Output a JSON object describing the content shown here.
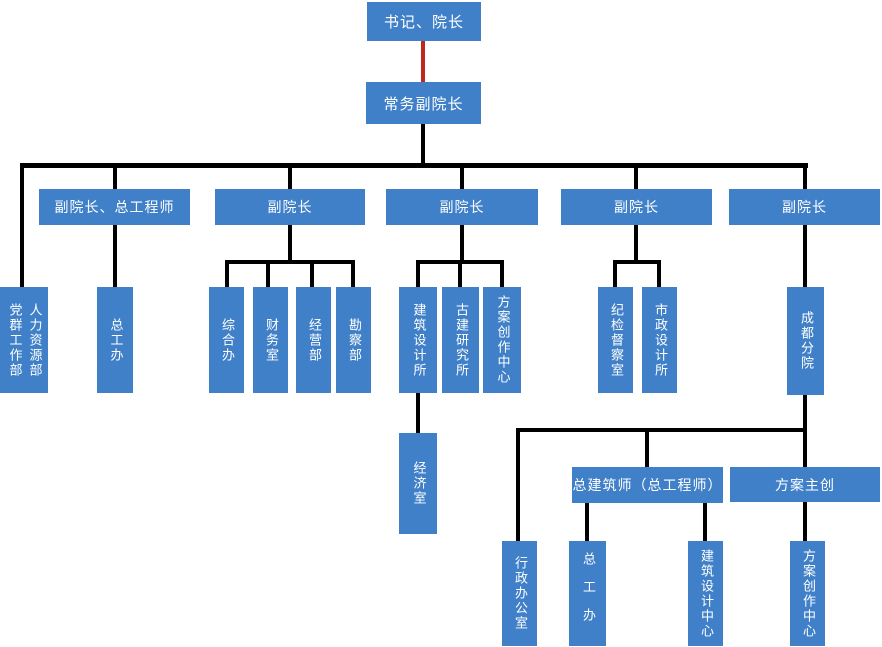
{
  "diagram_type": "org-chart",
  "colors": {
    "node_fill": "#4080c8",
    "node_text": "#ffffff",
    "connector_black": "#000000",
    "connector_red": "#c0281c",
    "background": "#ffffff"
  },
  "nodes": {
    "secretary_president": "书记、院长",
    "executive_vice_president": "常务副院长",
    "vp_chief_engineer": "副院长、总工程师",
    "vp1": "副院长",
    "vp2": "副院长",
    "vp3": "副院长",
    "vp4": "副院长",
    "party_mass_dept": "党群工作部",
    "hr_dept": "人力资源部",
    "chief_engineer_office": "总工办",
    "general_office": "综合办",
    "finance_office": "财务室",
    "business_dept": "经营部",
    "survey_dept": "勘察部",
    "architectural_design_institute": "建筑设计所",
    "ancient_architecture_institute": "古建研究所",
    "scheme_creation_center": "方案创作中心",
    "discipline_inspection_office": "纪检督察室",
    "municipal_design_institute": "市政设计所",
    "chengdu_branch": "成都分院",
    "economy_office": "经济室",
    "chief_architect": "总建筑师（总工程师）",
    "scheme_lead": "方案主创",
    "admin_office": "行政办公室",
    "chief_engineer_office_2": "总工办",
    "architectural_design_center": "建筑设计中心",
    "scheme_creation_center_2": "方案创作中心"
  },
  "edges": [
    [
      "secretary_president",
      "executive_vice_president"
    ],
    [
      "executive_vice_president",
      "party_mass_dept"
    ],
    [
      "executive_vice_president",
      "hr_dept"
    ],
    [
      "executive_vice_president",
      "vp_chief_engineer"
    ],
    [
      "executive_vice_president",
      "vp1"
    ],
    [
      "executive_vice_president",
      "vp2"
    ],
    [
      "executive_vice_president",
      "vp3"
    ],
    [
      "executive_vice_president",
      "vp4"
    ],
    [
      "vp_chief_engineer",
      "chief_engineer_office"
    ],
    [
      "vp1",
      "general_office"
    ],
    [
      "vp1",
      "finance_office"
    ],
    [
      "vp1",
      "business_dept"
    ],
    [
      "vp1",
      "survey_dept"
    ],
    [
      "vp2",
      "architectural_design_institute"
    ],
    [
      "vp2",
      "ancient_architecture_institute"
    ],
    [
      "vp2",
      "scheme_creation_center"
    ],
    [
      "architectural_design_institute",
      "economy_office"
    ],
    [
      "vp3",
      "discipline_inspection_office"
    ],
    [
      "vp3",
      "municipal_design_institute"
    ],
    [
      "vp4",
      "chengdu_branch"
    ],
    [
      "chengdu_branch",
      "admin_office"
    ],
    [
      "chengdu_branch",
      "chief_architect"
    ],
    [
      "chengdu_branch",
      "scheme_lead"
    ],
    [
      "chief_architect",
      "chief_engineer_office_2"
    ],
    [
      "chief_architect",
      "architectural_design_center"
    ],
    [
      "scheme_lead",
      "scheme_creation_center_2"
    ]
  ]
}
